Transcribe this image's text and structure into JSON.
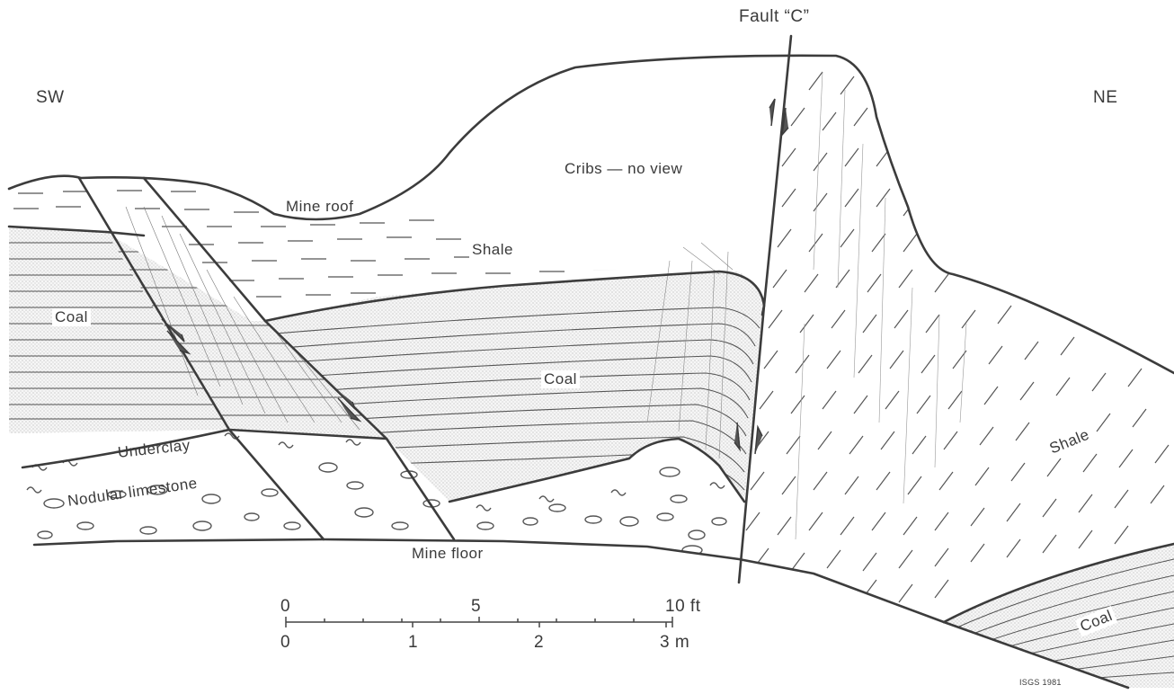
{
  "labels": {
    "fault": "Fault “C”",
    "sw": "SW",
    "ne": "NE",
    "cribs": "Cribs — no view",
    "mine_roof": "Mine roof",
    "shale_upper": "Shale",
    "coal_left": "Coal",
    "coal_center": "Coal",
    "underclay": "Underclay",
    "nodular_limestone": "Nodular limestone",
    "mine_floor": "Mine floor",
    "shale_right": "Shale",
    "coal_right": "Coal",
    "credit": "ISGS 1981"
  },
  "scale_bar": {
    "feet_ticks": [
      "0",
      "5",
      "10 ft"
    ],
    "meter_ticks": [
      "0",
      "1",
      "2",
      "3 m"
    ]
  }
}
